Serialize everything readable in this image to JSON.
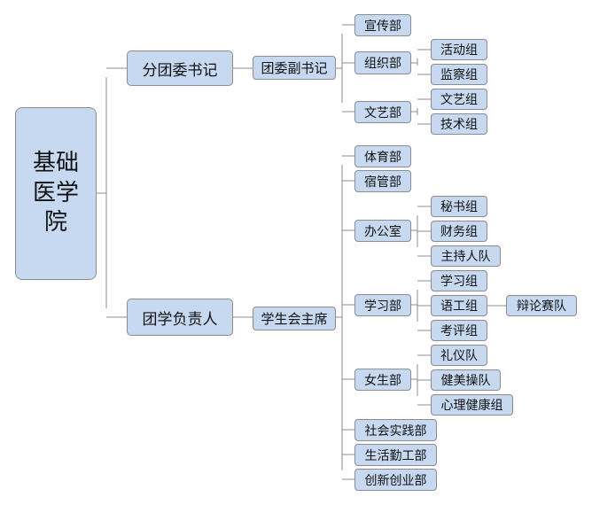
{
  "root": {
    "label": "基础医学院"
  },
  "branches": [
    {
      "label": "分团委书记",
      "child": {
        "label": "团委副书记"
      },
      "departments": [
        {
          "label": "宣传部",
          "groups": []
        },
        {
          "label": "组织部",
          "groups": [
            {
              "label": "活动组"
            },
            {
              "label": "监察组"
            }
          ]
        },
        {
          "label": "文艺部",
          "groups": [
            {
              "label": "文艺组"
            },
            {
              "label": "技术组"
            }
          ]
        }
      ]
    },
    {
      "label": "团学负责人",
      "child": {
        "label": "学生会主席"
      },
      "departments": [
        {
          "label": "体育部",
          "groups": []
        },
        {
          "label": "宿管部",
          "groups": []
        },
        {
          "label": "办公室",
          "groups": [
            {
              "label": "秘书组"
            },
            {
              "label": "财务组"
            },
            {
              "label": "主持人队"
            }
          ]
        },
        {
          "label": "学习部",
          "groups": [
            {
              "label": "学习组"
            },
            {
              "label": "语工组",
              "sub": {
                "label": "辩论赛队"
              }
            },
            {
              "label": "考评组"
            }
          ]
        },
        {
          "label": "女生部",
          "groups": [
            {
              "label": "礼仪队"
            },
            {
              "label": "健美操队"
            },
            {
              "label": "心理健康组"
            }
          ]
        },
        {
          "label": "社会实践部",
          "groups": []
        },
        {
          "label": "生活勤工部",
          "groups": []
        },
        {
          "label": "创新创业部",
          "groups": []
        }
      ]
    }
  ],
  "colors": {
    "node_fill": "#c6d9f1",
    "node_border": "#8c8c8c",
    "connector": "#8c8c8c"
  }
}
